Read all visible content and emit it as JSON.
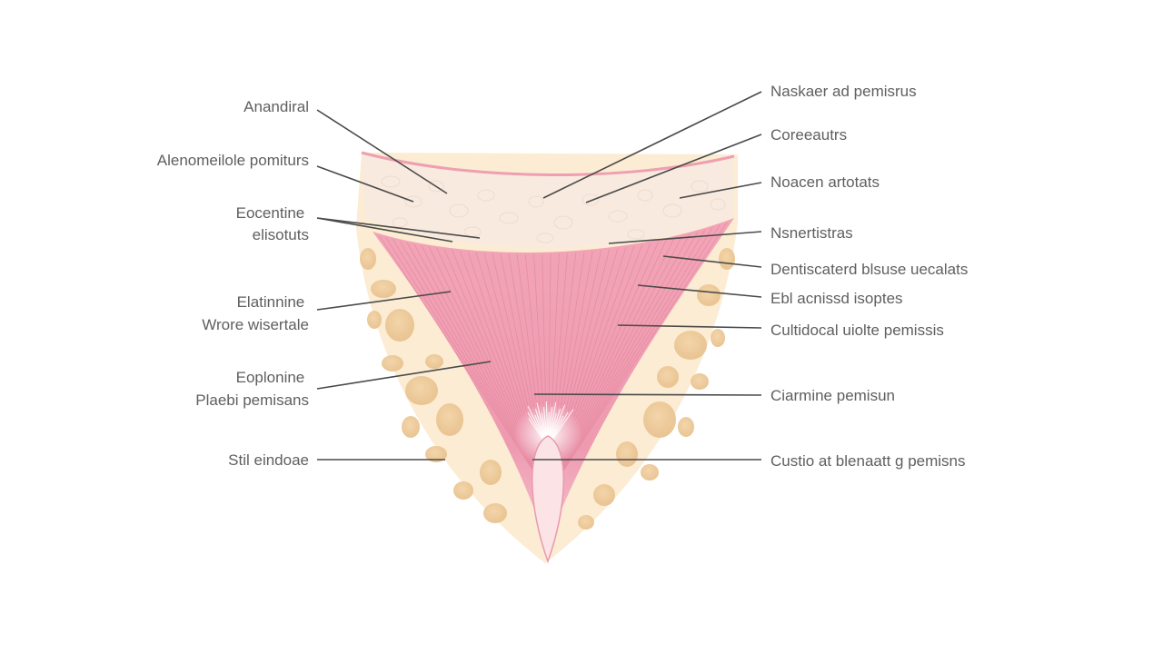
{
  "labels_left": [
    {
      "id": "l1",
      "lines": [
        "Anandiral"
      ]
    },
    {
      "id": "l2",
      "lines": [
        "Alenomeilole pomiturs"
      ]
    },
    {
      "id": "l3",
      "lines": [
        "Eocentine",
        "elisotuts"
      ]
    },
    {
      "id": "l4",
      "lines": [
        "Elatinnine",
        "Wrore wisertale"
      ]
    },
    {
      "id": "l5",
      "lines": [
        "Eoplonine",
        "Plaebi pemisans"
      ]
    },
    {
      "id": "l6",
      "lines": [
        "Stil eindoae"
      ]
    }
  ],
  "labels_right": [
    {
      "id": "r1",
      "lines": [
        "Naskaer ad pemisrus"
      ]
    },
    {
      "id": "r2",
      "lines": [
        "Coreeautrs"
      ]
    },
    {
      "id": "r3",
      "lines": [
        "Noacen artotats"
      ]
    },
    {
      "id": "r4",
      "lines": [
        "Nsnertistras"
      ]
    },
    {
      "id": "r5",
      "lines": [
        "Dentiscaterd blsuse uecalats"
      ]
    },
    {
      "id": "r6",
      "lines": [
        "Ebl acnissd isoptes"
      ]
    },
    {
      "id": "r7",
      "lines": [
        "Cultidocal uiolte pemissis"
      ]
    },
    {
      "id": "r8",
      "lines": [
        "Ciarmine pemisun"
      ]
    },
    {
      "id": "r9",
      "lines": [
        "Custio at blenaatt g pemisns"
      ]
    }
  ],
  "colors": {
    "background": "#ffffff",
    "fat": "#fbecd3",
    "fat_lobule": "#efcb9a",
    "skin_band": "#f7e8df",
    "skin_edge": "#ee9fb0",
    "muscle": "#ef9fb3",
    "muscle_fiber": "#e07a93",
    "tip": "#fbe3e6",
    "leader_line": "#4a4a4a",
    "label_text": "#5f5f5f"
  }
}
